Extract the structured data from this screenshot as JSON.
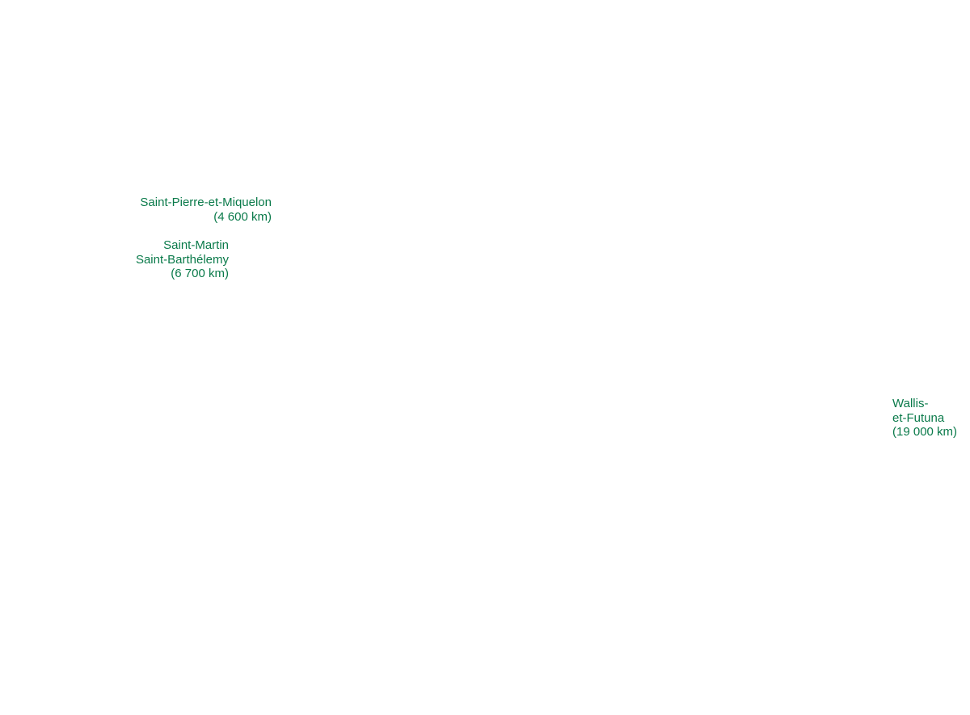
{
  "map": {
    "accent_color": "#0a7a4a",
    "labels": [
      {
        "territory": [
          "Saint-Pierre-et-Miquelon"
        ],
        "distance": "(4 600 km)"
      },
      {
        "territory": [
          "Saint-Martin",
          "Saint-Barthélemy"
        ],
        "distance": "(6 700 km)"
      },
      {
        "territory": [
          "Wallis-",
          "et-Futuna"
        ],
        "distance": "(19 000 km)"
      }
    ]
  }
}
